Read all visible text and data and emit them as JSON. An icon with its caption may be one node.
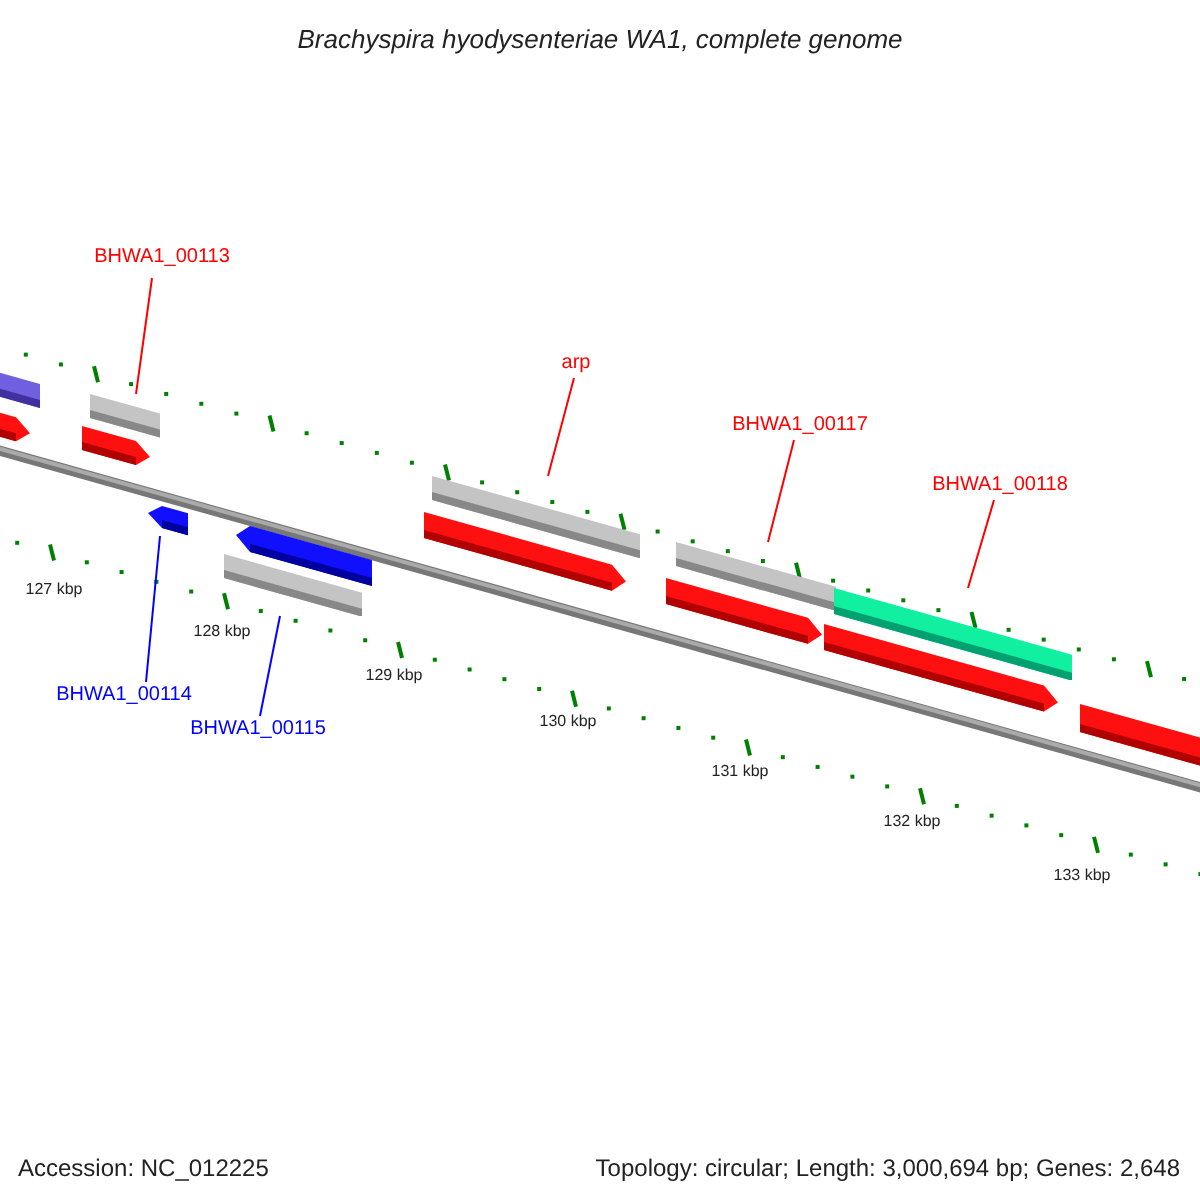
{
  "diagram": {
    "title": "Brachyspira hyodysenteriae WA1, complete genome",
    "nodes": [
      {
        "text": [
          "BHWA1_00113"
        ]
      },
      {
        "text": [],
        "shape": "bar"
      },
      {
        "text": [
          "arp"
        ]
      },
      {
        "text": [],
        "shape": "bar"
      },
      {
        "text": [
          "BHWA1_00117"
        ]
      },
      {
        "text": [],
        "shape": "bar"
      },
      {
        "text": [
          "BHWA1_00118"
        ]
      },
      {
        "text": [],
        "shape": "bar"
      },
      {
        "text": [
          "BHWA1_00114"
        ]
      },
      {
        "text": [],
        "shape": "bar"
      },
      {
        "text": [
          "BHWA1_00115"
        ]
      },
      {
        "text": [],
        "shape": "bar"
      }
    ],
    "edges": [
      {
        "from": 0,
        "to": 1,
        "arrow": "none"
      },
      {
        "from": 2,
        "to": 3,
        "arrow": "none"
      },
      {
        "from": 4,
        "to": 5,
        "arrow": "none"
      },
      {
        "from": 6,
        "to": 7,
        "arrow": "none"
      },
      {
        "from": 8,
        "to": 9,
        "arrow": "none",
        "color": "#0000ff"
      },
      {
        "from": 10,
        "to": 11,
        "arrow": "none",
        "color": "#0000ff"
      }
    ],
    "labels": [
      "127 kbp",
      "128 kbp",
      "129 kbp",
      "130 kbp",
      "131 kbp",
      "132 kbp",
      "133 kbp",
      "Accession: NC_012225",
      "Topology: circular; Length: 3,000,694 bp; Genes: 2,648"
    ]
  }
}
